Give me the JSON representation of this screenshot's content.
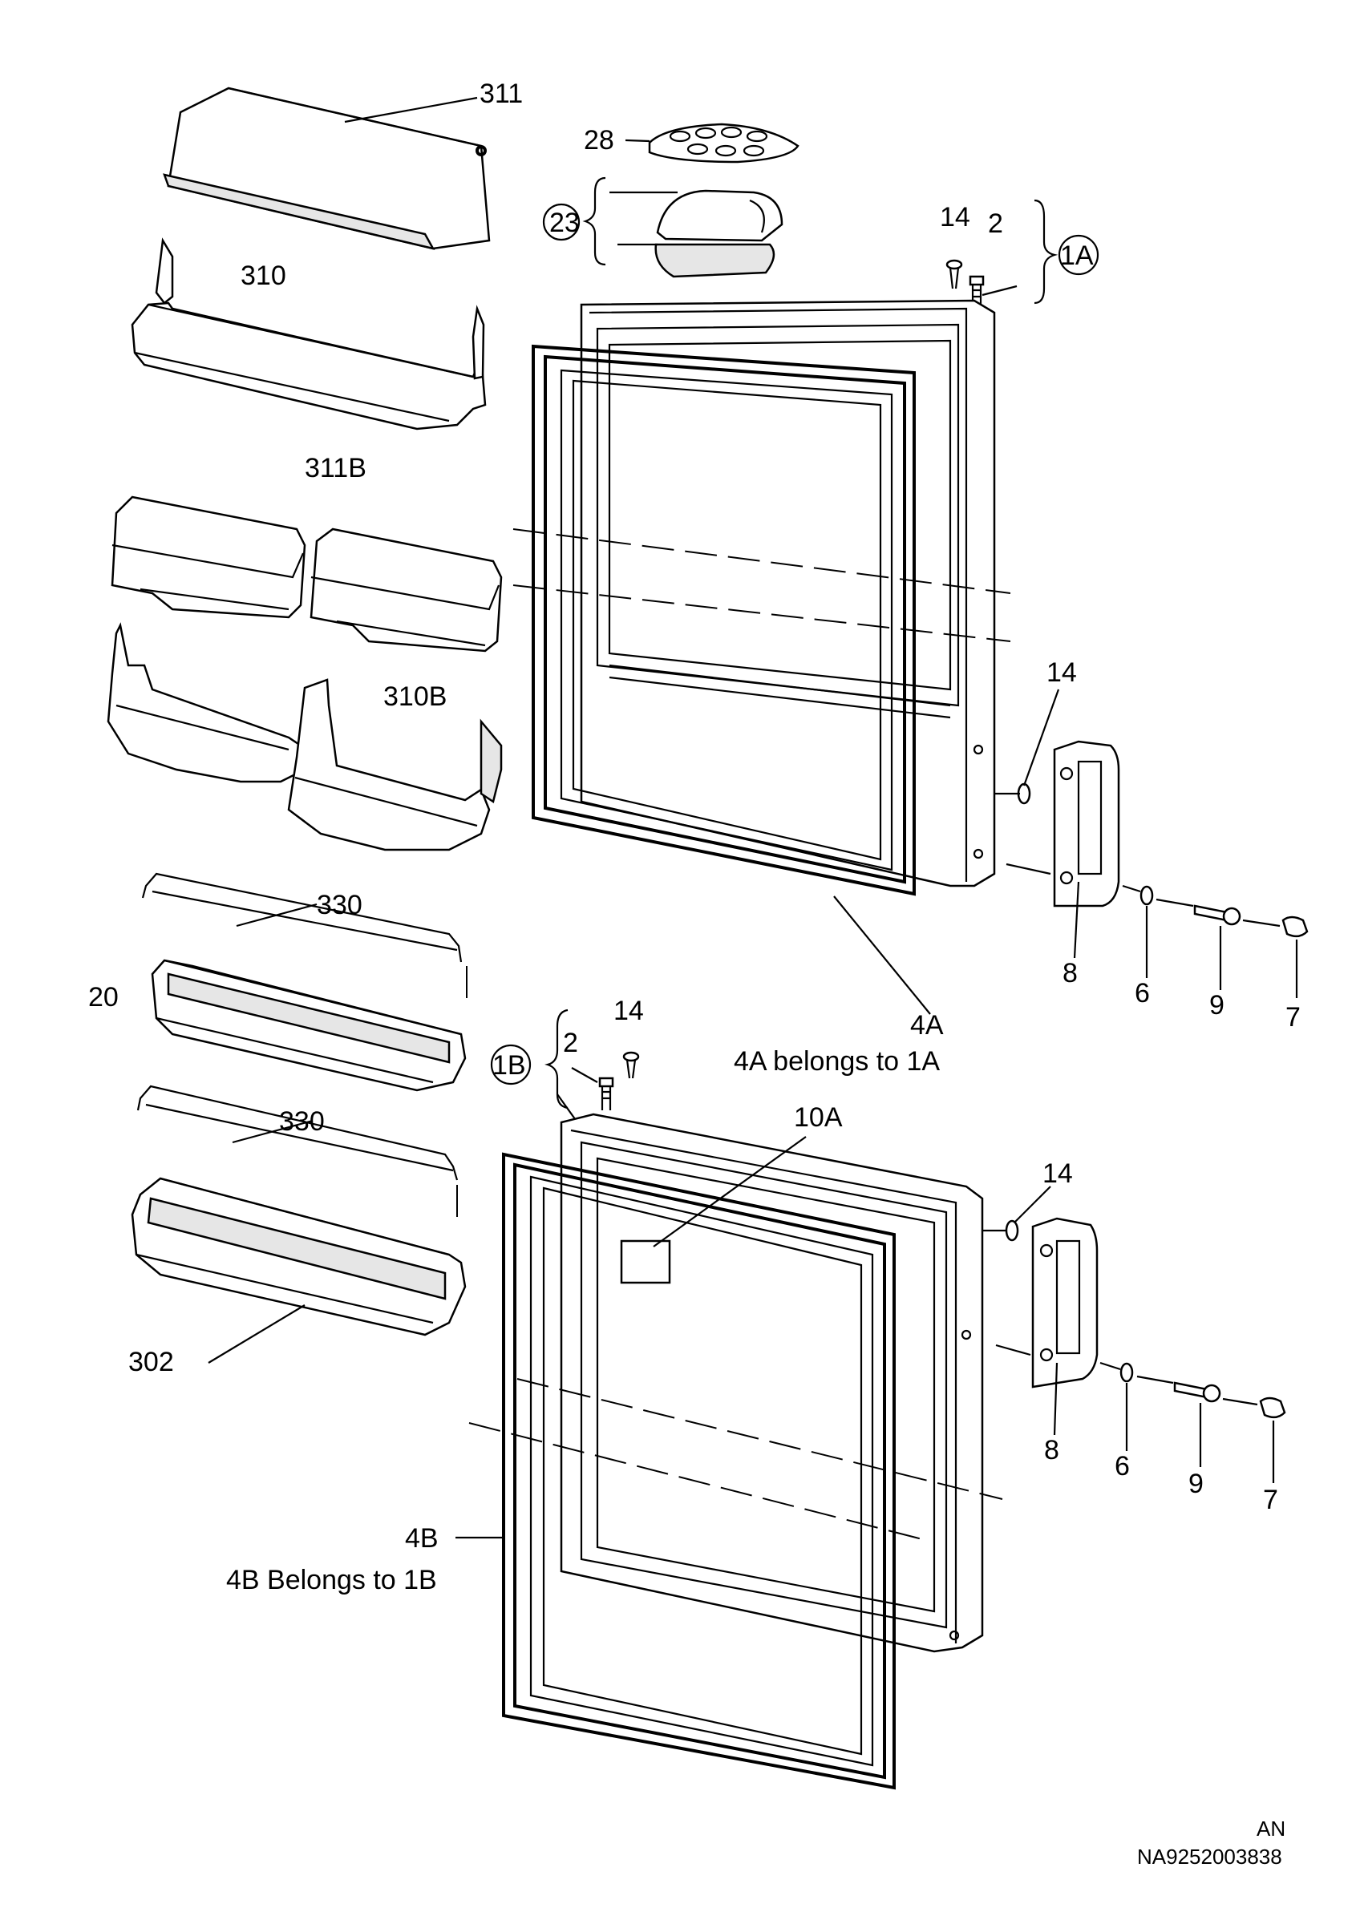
{
  "labels": {
    "l311": "311",
    "l28": "28",
    "l23": "23",
    "l14_top": "14",
    "l2_top": "2",
    "l1A": "1A",
    "l310": "310",
    "l311B": "311B",
    "l310B": "310B",
    "l14_mid": "14",
    "l330_a": "330",
    "l8_a": "8",
    "l6_a": "6",
    "l9_a": "9",
    "l7_a": "7",
    "l20": "20",
    "l4A": "4A",
    "l4A_note": "4A belongs to 1A",
    "l14_lower": "14",
    "l2_lower": "2",
    "l1B": "1B",
    "l330_b": "330",
    "l10A": "10A",
    "l14_right": "14",
    "l302": "302",
    "l8_b": "8",
    "l6_b": "6",
    "l9_b": "9",
    "l7_b": "7",
    "l4B": "4B",
    "l4B_note": "4B  Belongs to 1B"
  },
  "footer": {
    "code_line1": "AN",
    "code_line2": "NA9252003838"
  }
}
